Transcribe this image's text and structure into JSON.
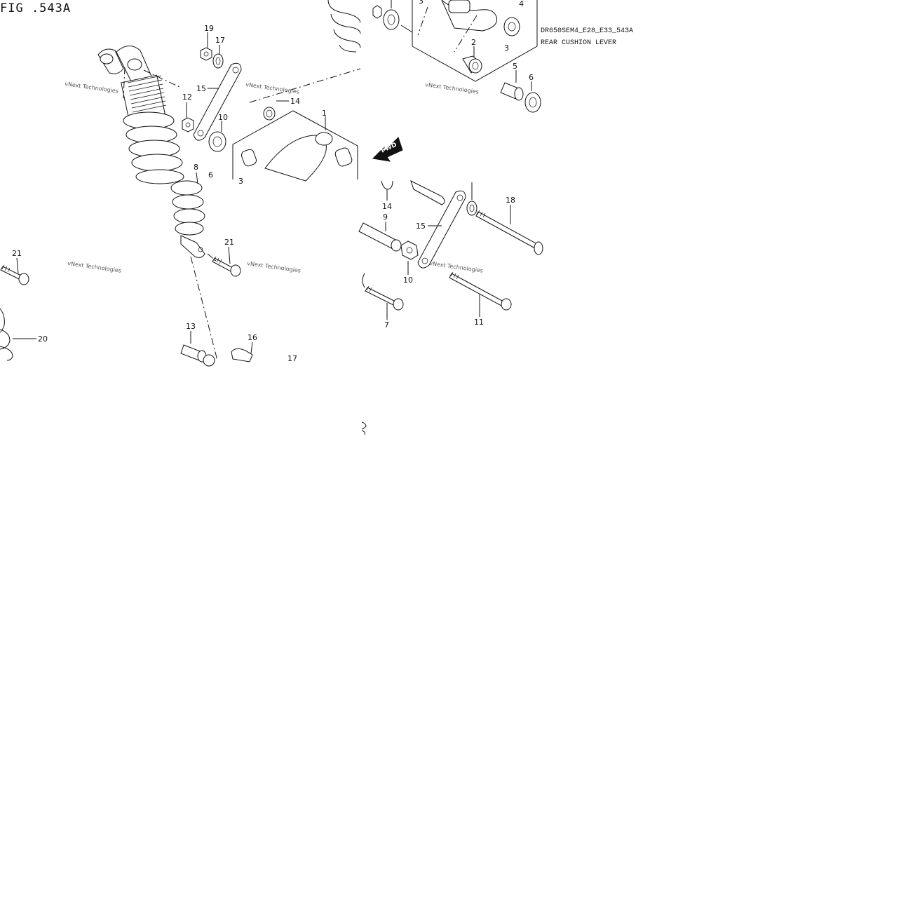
{
  "figure_title": "FIG .543A",
  "ref_code": "DR650SEM4_E28_E33_543A",
  "section_title": "REAR CUSHION LEVER",
  "direction_label": "FWD",
  "watermark": "vNext Technologies",
  "callouts": {
    "c19": "19",
    "c17a": "17",
    "c15a": "15",
    "c12": "12",
    "c10a": "10",
    "c14a": "14",
    "c1": "1",
    "c3a": "3",
    "c8": "8",
    "c6a": "6",
    "c3b": "3",
    "c4": "4",
    "c2": "2",
    "c3c": "3",
    "c5": "5",
    "c6b": "6",
    "c21a": "21",
    "c21b": "21",
    "c20": "20",
    "c13": "13",
    "c16": "16",
    "c17b": "17",
    "c14b": "14",
    "c9": "9",
    "c15b": "15",
    "c10b": "10",
    "c18": "18",
    "c7": "7",
    "c11": "11"
  }
}
